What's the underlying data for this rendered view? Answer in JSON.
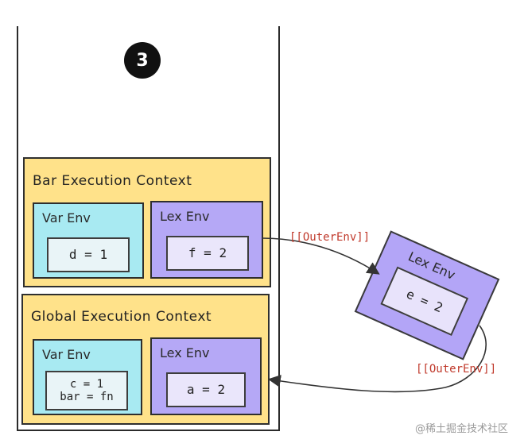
{
  "step_badge": "3",
  "bar_context": {
    "title": "Bar Execution Context",
    "var_env": {
      "title": "Var Env",
      "value": "d = 1"
    },
    "lex_env": {
      "title": "Lex Env",
      "value": "f = 2"
    }
  },
  "global_context": {
    "title": "Global Execution Context",
    "var_env": {
      "title": "Var Env",
      "value": "c = 1\nbar = fn"
    },
    "lex_env": {
      "title": "Lex Env",
      "value": "a = 2"
    }
  },
  "floating_lex_env": {
    "title": "Lex Env",
    "value": "e = 2"
  },
  "links": {
    "top_label": "[[OuterEnv]]",
    "bottom_label": "[[OuterEnv]]"
  },
  "watermark": "@稀土掘金技术社区",
  "colors": {
    "context_bg": "#ffe28a",
    "var_env_bg": "#a8eaf2",
    "lex_env_bg": "#b5a8f6",
    "link_label": "#c0392b"
  }
}
